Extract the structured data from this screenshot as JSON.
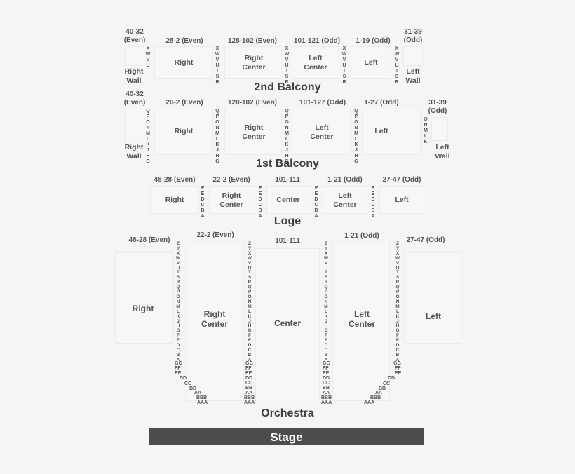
{
  "balcony2": {
    "title": "2nd Balcony",
    "sections": {
      "right_wall": {
        "seats": "40-32 (Even)",
        "name": "Right Wall"
      },
      "right": {
        "seats": "28-2 (Even)",
        "name": "Right"
      },
      "right_center": {
        "seats": "128-102 (Even)",
        "name": "Right Center"
      },
      "left_center": {
        "seats": "101-121 (Odd)",
        "name": "Left Center"
      },
      "left": {
        "seats": "1-19 (Odd)",
        "name": "Left"
      },
      "left_wall": {
        "seats": "31-39 (Odd)",
        "name": "Left Wall"
      }
    },
    "rows_wall": [
      "X",
      "W",
      "V",
      "U"
    ],
    "rows": [
      "X",
      "W",
      "V",
      "U",
      "T",
      "S",
      "R"
    ]
  },
  "balcony1": {
    "title": "1st Balcony",
    "sections": {
      "right_wall": {
        "seats": "40-32 (Even)",
        "name": "Right Wall"
      },
      "right": {
        "seats": "20-2 (Even)",
        "name": "Right"
      },
      "right_center": {
        "seats": "120-102 (Even)",
        "name": "Right Center"
      },
      "left_center": {
        "seats": "101-127 (Odd)",
        "name": "Left Center"
      },
      "left": {
        "seats": "1-27 (Odd)",
        "name": "Left"
      },
      "left_wall": {
        "seats": "31-39 (Odd)",
        "name": "Left Wall"
      }
    },
    "rows": [
      "Q",
      "P",
      "O",
      "N",
      "M",
      "L",
      "K",
      "J",
      "H",
      "G"
    ],
    "rows_left_wall": [
      "O",
      "N",
      "M",
      "L",
      "K"
    ]
  },
  "loge": {
    "title": "Loge",
    "sections": {
      "right": {
        "seats": "48-28 (Even)",
        "name": "Right"
      },
      "right_center": {
        "seats": "22-2 (Even)",
        "name": "Right Center"
      },
      "center": {
        "seats": "101-111",
        "name": "Center"
      },
      "left_center": {
        "seats": "1-21 (Odd)",
        "name": "Left Center"
      },
      "left": {
        "seats": "27-47 (Odd)",
        "name": "Left"
      }
    },
    "rows": [
      "F",
      "E",
      "D",
      "C",
      "B",
      "A"
    ]
  },
  "orchestra": {
    "title": "Orchestra",
    "sections": {
      "right": {
        "seats": "48-28 (Even)",
        "name": "Right"
      },
      "right_center": {
        "seats": "22-2 (Even)",
        "name": "Right Center"
      },
      "center": {
        "seats": "101-111",
        "name": "Center"
      },
      "left_center": {
        "seats": "1-21 (Odd)",
        "name": "Left Center"
      },
      "left": {
        "seats": "27-47 (Odd)",
        "name": "Left"
      }
    },
    "rows": [
      "Z",
      "Y",
      "X",
      "W",
      "V",
      "U",
      "T",
      "S",
      "R",
      "Q",
      "P",
      "O",
      "N",
      "M",
      "L",
      "K",
      "J",
      "H",
      "G",
      "F",
      "E",
      "D",
      "C",
      "B",
      "A"
    ],
    "front_rows": [
      "GG",
      "FF",
      "EE",
      "DD",
      "CC",
      "BB",
      "AA",
      "BBB",
      "AAA"
    ]
  },
  "stage": {
    "label": "Stage"
  }
}
